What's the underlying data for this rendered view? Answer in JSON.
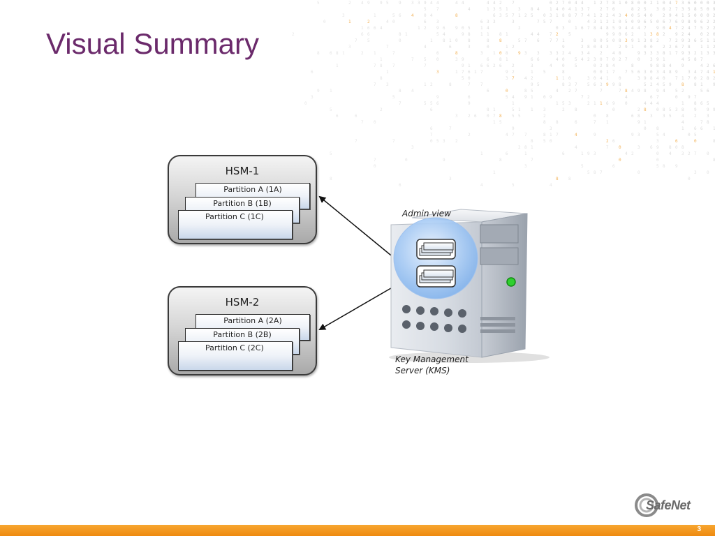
{
  "slide": {
    "title": "Visual Summary",
    "page_number": "3"
  },
  "hsms": [
    {
      "name": "HSM-1",
      "partitions": [
        "Partition A (1A)",
        "Partition B (1B)",
        "Partition C (1C)"
      ]
    },
    {
      "name": "HSM-2",
      "partitions": [
        "Partition A (2A)",
        "Partition B (2B)",
        "Partition C (2C)"
      ]
    }
  ],
  "server": {
    "admin_label": "Admin view",
    "label_line1": "Key Management",
    "label_line2": "Server (KMS)",
    "led_color": "#2fd02f"
  },
  "logo": {
    "text": "SafeNet"
  },
  "colors": {
    "title": "#6b2a6b",
    "footer_bar": "#f39a1e"
  }
}
